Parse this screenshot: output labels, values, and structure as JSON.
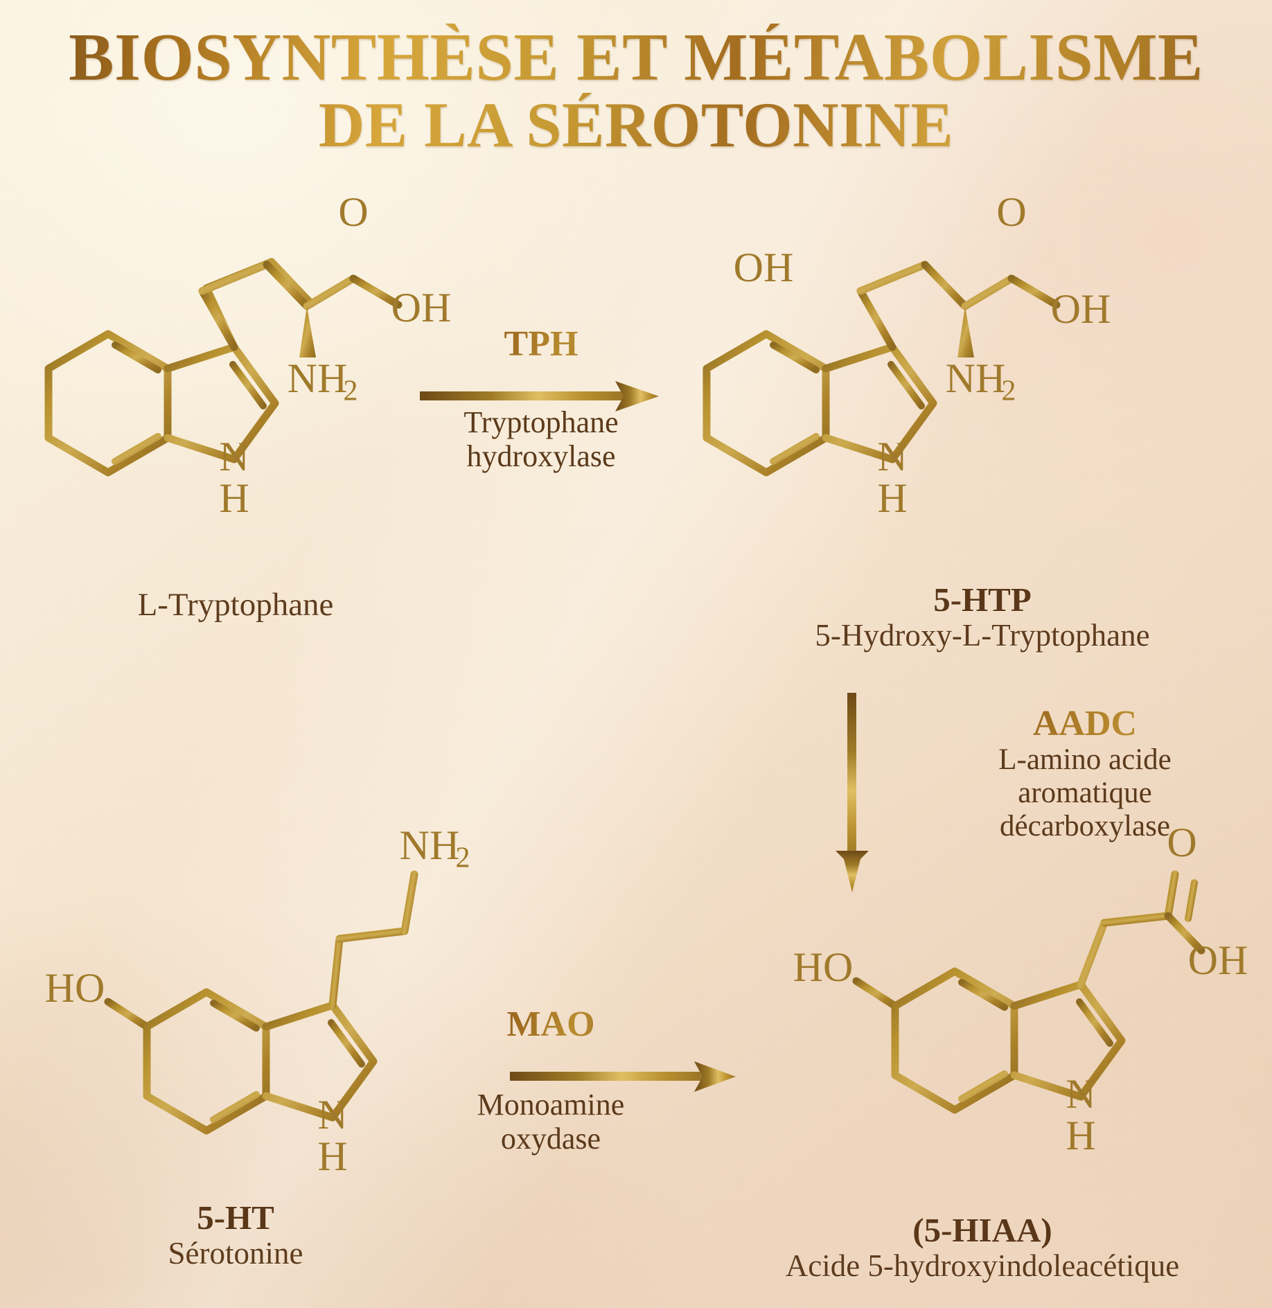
{
  "title": {
    "line1": "BIOSYNTHÈSE ET MÉTABOLISME",
    "line2": "DE LA SÉROTONINE"
  },
  "colors": {
    "background_light": "#fbf2dd",
    "background_dark": "#e9cdb0",
    "gold": "#b08a33",
    "text_brown": "#5b3a1b",
    "title_gold": "#c79a34"
  },
  "molecules": {
    "tryptophan": {
      "abbr": "",
      "name": "L-Tryptophane",
      "atom_labels": [
        "O",
        "OH",
        "NH",
        "2",
        "N",
        "H"
      ]
    },
    "htp": {
      "abbr": "5-HTP",
      "name": "5-Hydroxy-L-Tryptophane",
      "atom_labels": [
        "OH",
        "O",
        "OH",
        "NH",
        "2",
        "N",
        "H"
      ]
    },
    "serotonin": {
      "abbr": "5-HT",
      "name": "Sérotonine",
      "atom_labels": [
        "NH",
        "2",
        "HO",
        "N",
        "H"
      ]
    },
    "hiaa": {
      "abbr": "(5-HIAA)",
      "name": "Acide 5-hydroxyindoleacétique",
      "atom_labels": [
        "O",
        "OH",
        "HO",
        "N",
        "H"
      ]
    }
  },
  "reactions": {
    "tph": {
      "enzyme_abbr": "TPH",
      "enzyme_name_line1": "Tryptophane",
      "enzyme_name_line2": "hydroxylase",
      "direction": "right"
    },
    "aadc": {
      "enzyme_abbr": "AADC",
      "enzyme_name_line1": "L-amino acide",
      "enzyme_name_line2": "aromatique",
      "enzyme_name_line3": "décarboxylase",
      "direction": "down"
    },
    "mao": {
      "enzyme_abbr": "MAO",
      "enzyme_name_line1": "Monoamine",
      "enzyme_name_line2": "oxydase",
      "direction": "right"
    }
  },
  "atoms": {
    "O": "O",
    "OH": "OH",
    "HO": "HO",
    "N": "N",
    "H": "H",
    "NH": "NH",
    "two": "2"
  }
}
